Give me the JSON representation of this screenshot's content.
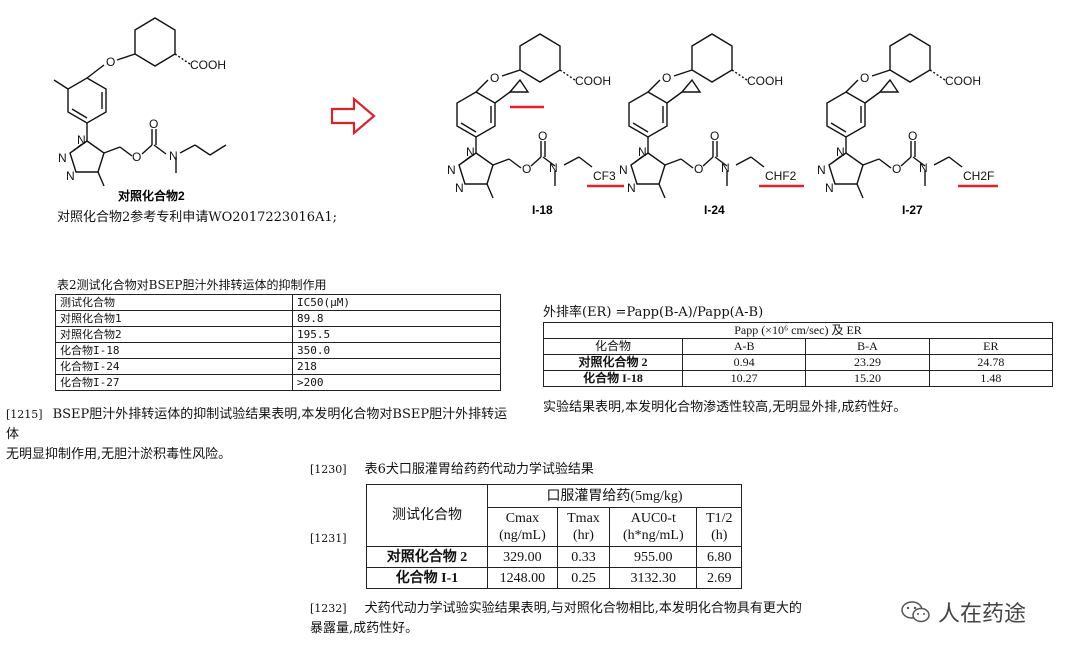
{
  "reference": {
    "caption": "对照化合物2",
    "note": "对照化合物2参考专利申请WO2017223016A1;"
  },
  "structures": {
    "cooh_label": "COOH",
    "compounds": [
      {
        "id": "I-18",
        "tail_label": "CF3"
      },
      {
        "id": "I-24",
        "tail_label": "CHF2"
      },
      {
        "id": "I-27",
        "tail_label": "CH2F"
      }
    ],
    "highlight_color": "#e3222a",
    "arrow_color": "#d9232b"
  },
  "table2": {
    "title": "表2测试化合物对BSEP胆汁外排转运体的抑制作用",
    "headers": [
      "测试化合物",
      "IC50(μM)"
    ],
    "rows": [
      [
        "对照化合物1",
        "89.8"
      ],
      [
        "对照化合物2",
        "195.5"
      ],
      [
        "化合物I-18",
        "350.0"
      ],
      [
        "化合物I-24",
        "218"
      ],
      [
        "化合物I-27",
        ">200"
      ]
    ]
  },
  "para_1215": {
    "num": "[1215]",
    "line1": "BSEP胆汁外排转运体的抑制试验结果表明,本发明化合物对BSEP胆汁外排转运体",
    "line2": "无明显抑制作用,无胆汁淤积毒性风险。"
  },
  "er_table": {
    "formula": "外排率(ER) =Papp(B-A)/Papp(A-B)",
    "group_header": "Papp (×10⁶ cm/sec) 及 ER",
    "headers": [
      "化合物",
      "A-B",
      "B-A",
      "ER"
    ],
    "rows": [
      [
        "对照化合物 2",
        "0.94",
        "23.29",
        "24.78"
      ],
      [
        "化合物 I-18",
        "10.27",
        "15.20",
        "1.48"
      ]
    ],
    "conclusion": "实验结果表明,本发明化合物渗透性较高,无明显外排,成药性好。"
  },
  "pk_table": {
    "num": "[1230]",
    "title": "表6犬口服灌胃给药药代动力学试验结果",
    "row_num": "[1231]",
    "col0": "测试化合物",
    "group_header": "口服灌胃给药(5mg/kg)",
    "headers": [
      {
        "name": "Cmax",
        "unit": "(ng/mL)"
      },
      {
        "name": "Tmax",
        "unit": "(hr)"
      },
      {
        "name": "AUC0-t",
        "unit": "(h*ng/mL)"
      },
      {
        "name": "T1/2",
        "unit": "(h)"
      }
    ],
    "rows": [
      [
        "对照化合物 2",
        "329.00",
        "0.33",
        "955.00",
        "6.80"
      ],
      [
        "化合物 I-1",
        "1248.00",
        "0.25",
        "3132.30",
        "2.69"
      ]
    ]
  },
  "para_1232": {
    "num": "[1232]",
    "line1": "犬药代动力学试验实验结果表明,与对照化合物相比,本发明化合物具有更大的",
    "line2": "暴露量,成药性好。"
  },
  "watermark": {
    "text": "人在药途"
  }
}
